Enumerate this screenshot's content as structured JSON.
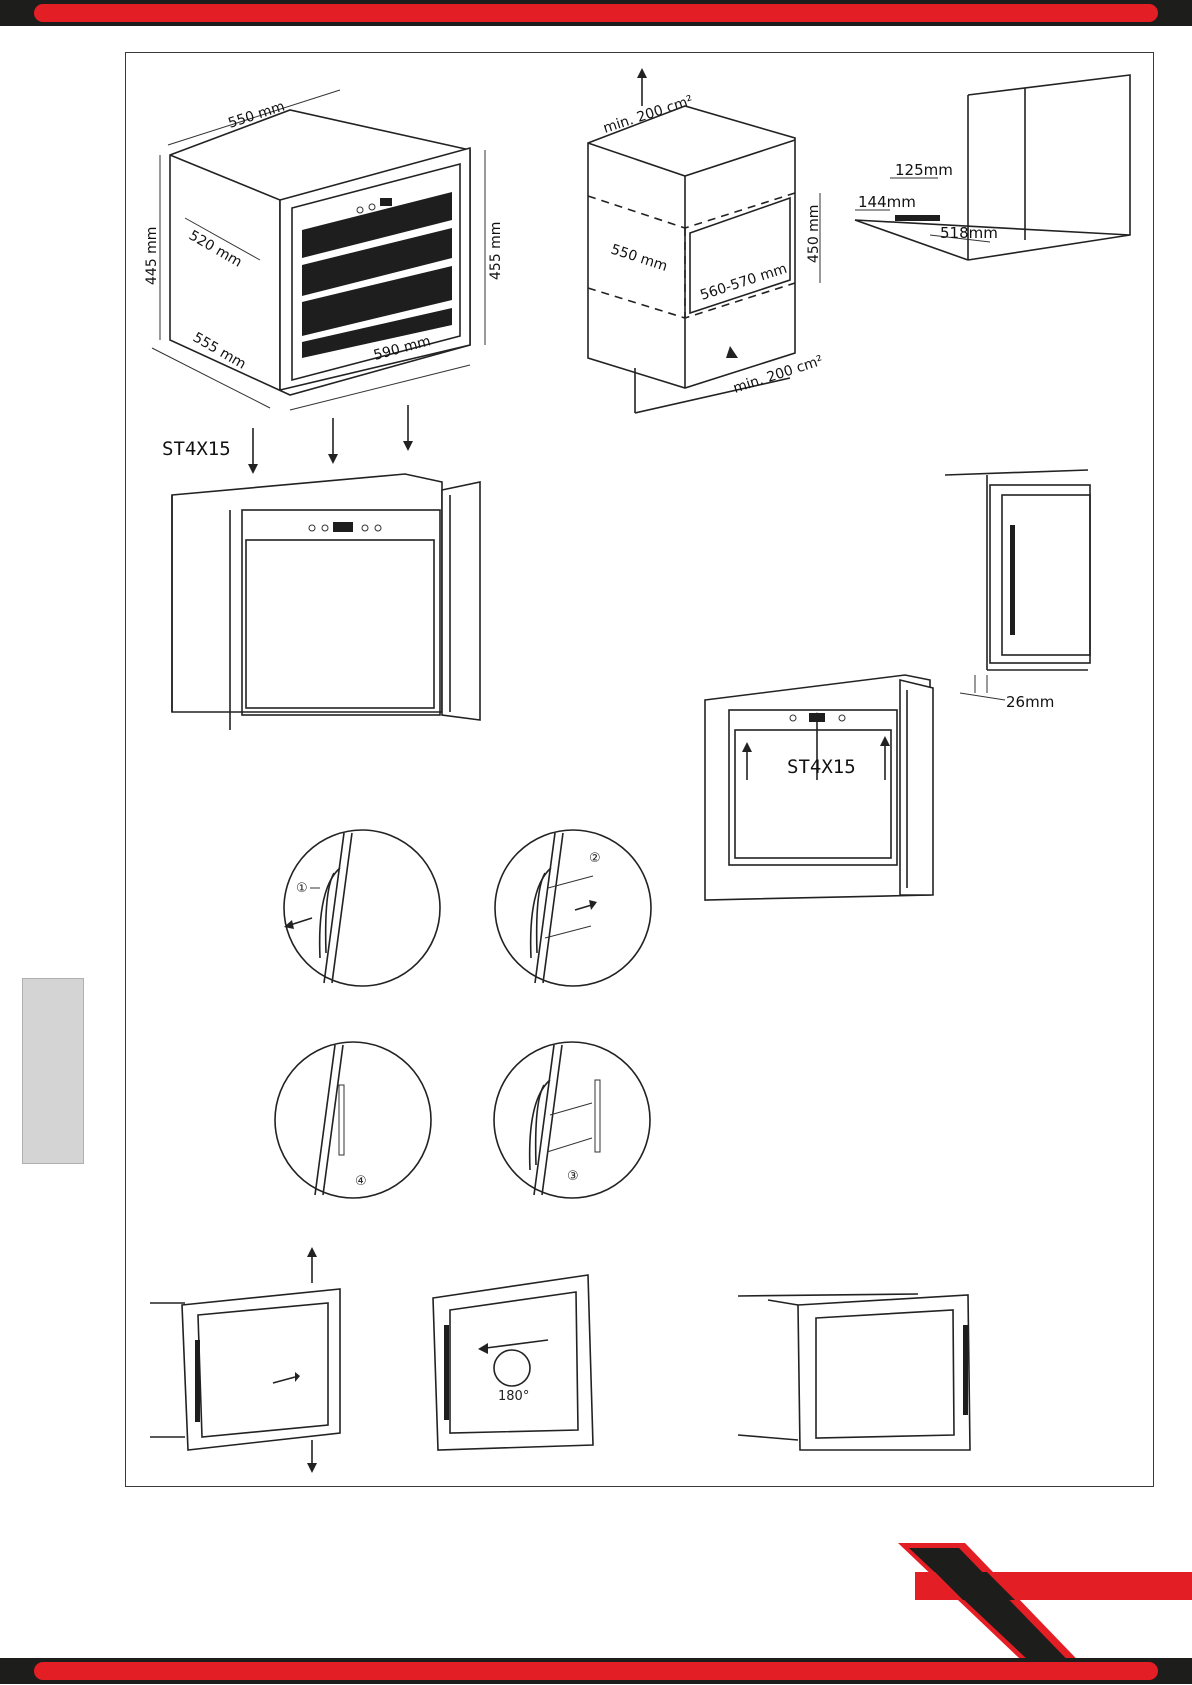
{
  "colors": {
    "band_dark": "#1d1d1b",
    "band_red": "#e31e24",
    "side_tab": "#d4d4d4"
  },
  "dimensions_cabinet": {
    "top": "550 mm",
    "depth_side": "520 mm",
    "height_left": "445 mm",
    "height_right": "455 mm",
    "depth_bottom": "555 mm",
    "width_bottom": "590 mm"
  },
  "dimensions_niche": {
    "vent_top": "min. 200 cm²",
    "depth": "550 mm",
    "width": "560-570 mm",
    "height": "450 mm",
    "vent_bottom": "min. 200 cm²"
  },
  "dimensions_bracket": {
    "d1": "125mm",
    "d2": "144mm",
    "d3": "518mm"
  },
  "screw_label_1": "ST4X15",
  "screw_label_2": "ST4X15",
  "gap_label": "26mm",
  "handle_steps": {
    "s1": "①",
    "s2": "②",
    "s3": "③",
    "s4": "④"
  },
  "rotation_label": "180°"
}
